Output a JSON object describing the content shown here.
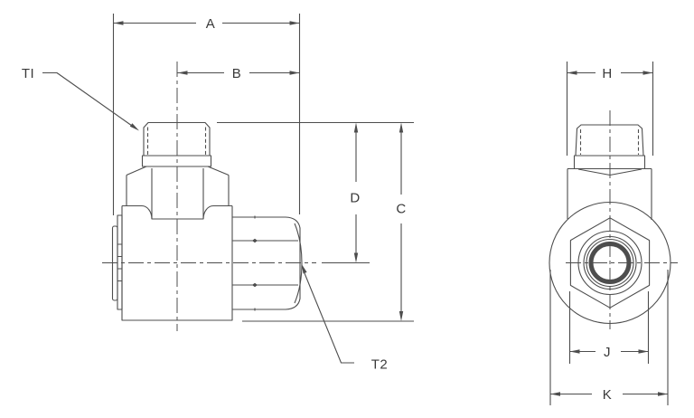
{
  "diagram": {
    "background": "#ffffff",
    "line_color": "#4d4d4d",
    "text_color": "#3a3a3a",
    "side_view": {
      "dim_labels": {
        "a": "A",
        "b": "B",
        "c": "C",
        "d": "D"
      },
      "port_labels": {
        "t1": "TI",
        "t2": "T2"
      }
    },
    "end_view": {
      "dim_labels": {
        "h": "H",
        "j": "J",
        "k": "K"
      }
    }
  }
}
